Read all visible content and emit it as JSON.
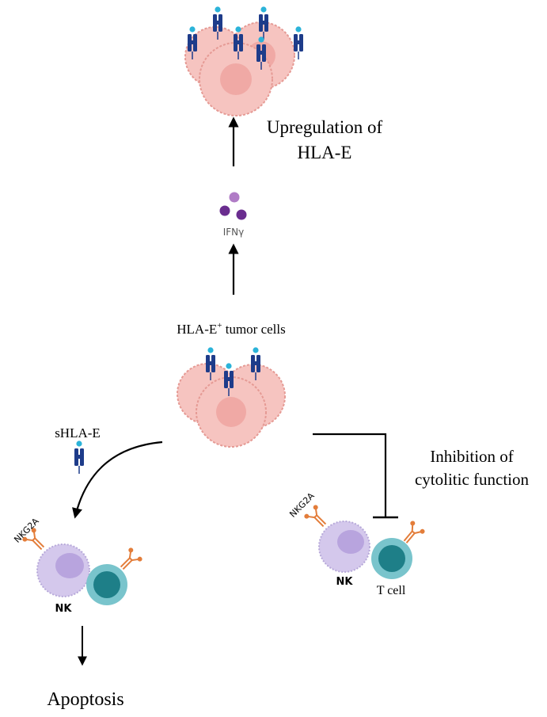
{
  "labels": {
    "upregulation_line1": "Upregulation of",
    "upregulation_line2": "HLA-E",
    "ifn": "IFNγ",
    "tumor_label": "HLA-E",
    "tumor_label_sup": "+",
    "tumor_label_rest": " tumor cells",
    "shla": "sHLA-E",
    "inhibition_line1": "Inhibition of",
    "inhibition_line2": "cytolitic function",
    "nkg2a_left": "NKG2A",
    "nkg2a_right": "NKG2A",
    "nk_left": "NK",
    "nk_right": "NK",
    "tcell": "T cell",
    "apoptosis": "Apoptosis"
  },
  "colors": {
    "tumor_fill": "#f6c4c0",
    "tumor_stroke": "#e59a94",
    "tumor_nucleus": "#ee9e9a",
    "receptor": "#1e3c8a",
    "peptide": "#2bb3d9",
    "ifn_light": "#b07cc6",
    "ifn_dark": "#6a2d8f",
    "nk_fill": "#d4c8ec",
    "nk_nucleus": "#b8a4de",
    "tcell_outer": "#79c4cc",
    "tcell_inner": "#1e7f88",
    "nkg2a": "#e37d3a",
    "arrow": "#000000"
  }
}
